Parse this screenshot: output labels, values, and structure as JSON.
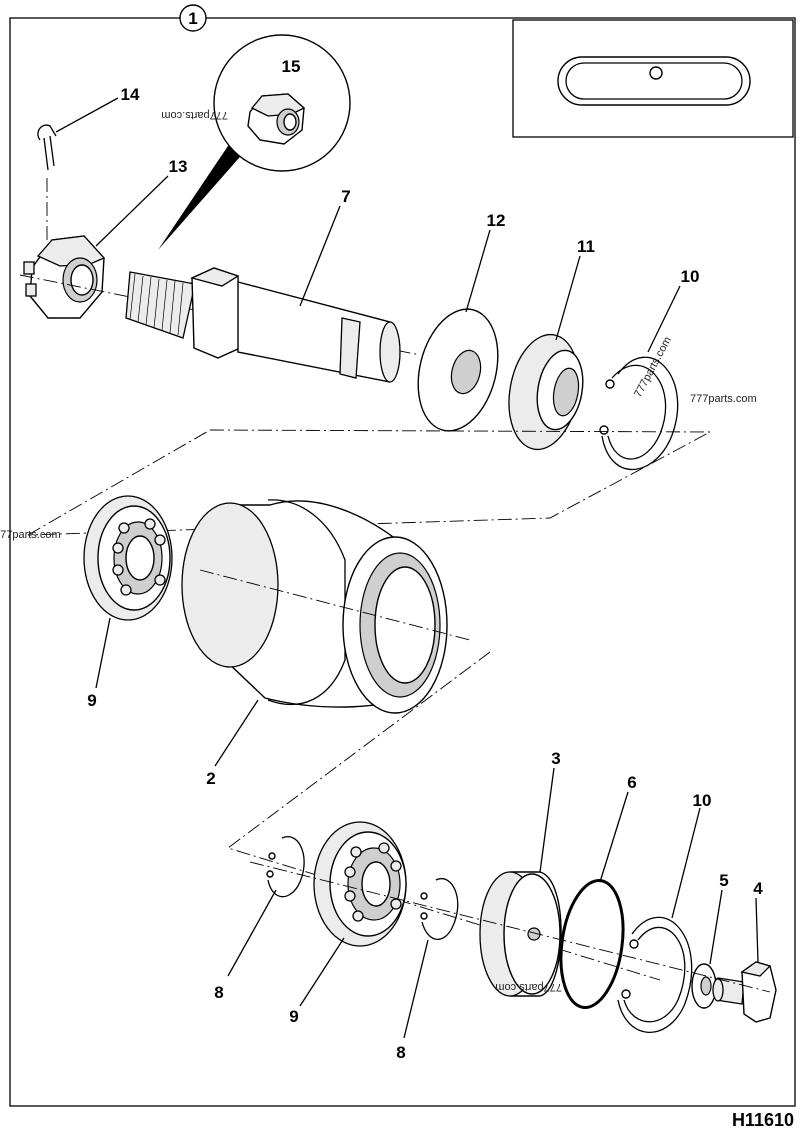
{
  "diagram": {
    "assembly_callout": "1",
    "drawing_code": "H11610",
    "watermark": "777parts.com",
    "parts": [
      {
        "id": "p14",
        "label": "14"
      },
      {
        "id": "p15",
        "label": "15"
      },
      {
        "id": "p13",
        "label": "13"
      },
      {
        "id": "p7",
        "label": "7"
      },
      {
        "id": "p12",
        "label": "12"
      },
      {
        "id": "p11",
        "label": "11"
      },
      {
        "id": "p10a",
        "label": "10"
      },
      {
        "id": "p9a",
        "label": "9"
      },
      {
        "id": "p2",
        "label": "2"
      },
      {
        "id": "p3",
        "label": "3"
      },
      {
        "id": "p6",
        "label": "6"
      },
      {
        "id": "p10b",
        "label": "10"
      },
      {
        "id": "p5",
        "label": "5"
      },
      {
        "id": "p4",
        "label": "4"
      },
      {
        "id": "p8a",
        "label": "8"
      },
      {
        "id": "p9b",
        "label": "9"
      },
      {
        "id": "p8b",
        "label": "8"
      }
    ]
  }
}
